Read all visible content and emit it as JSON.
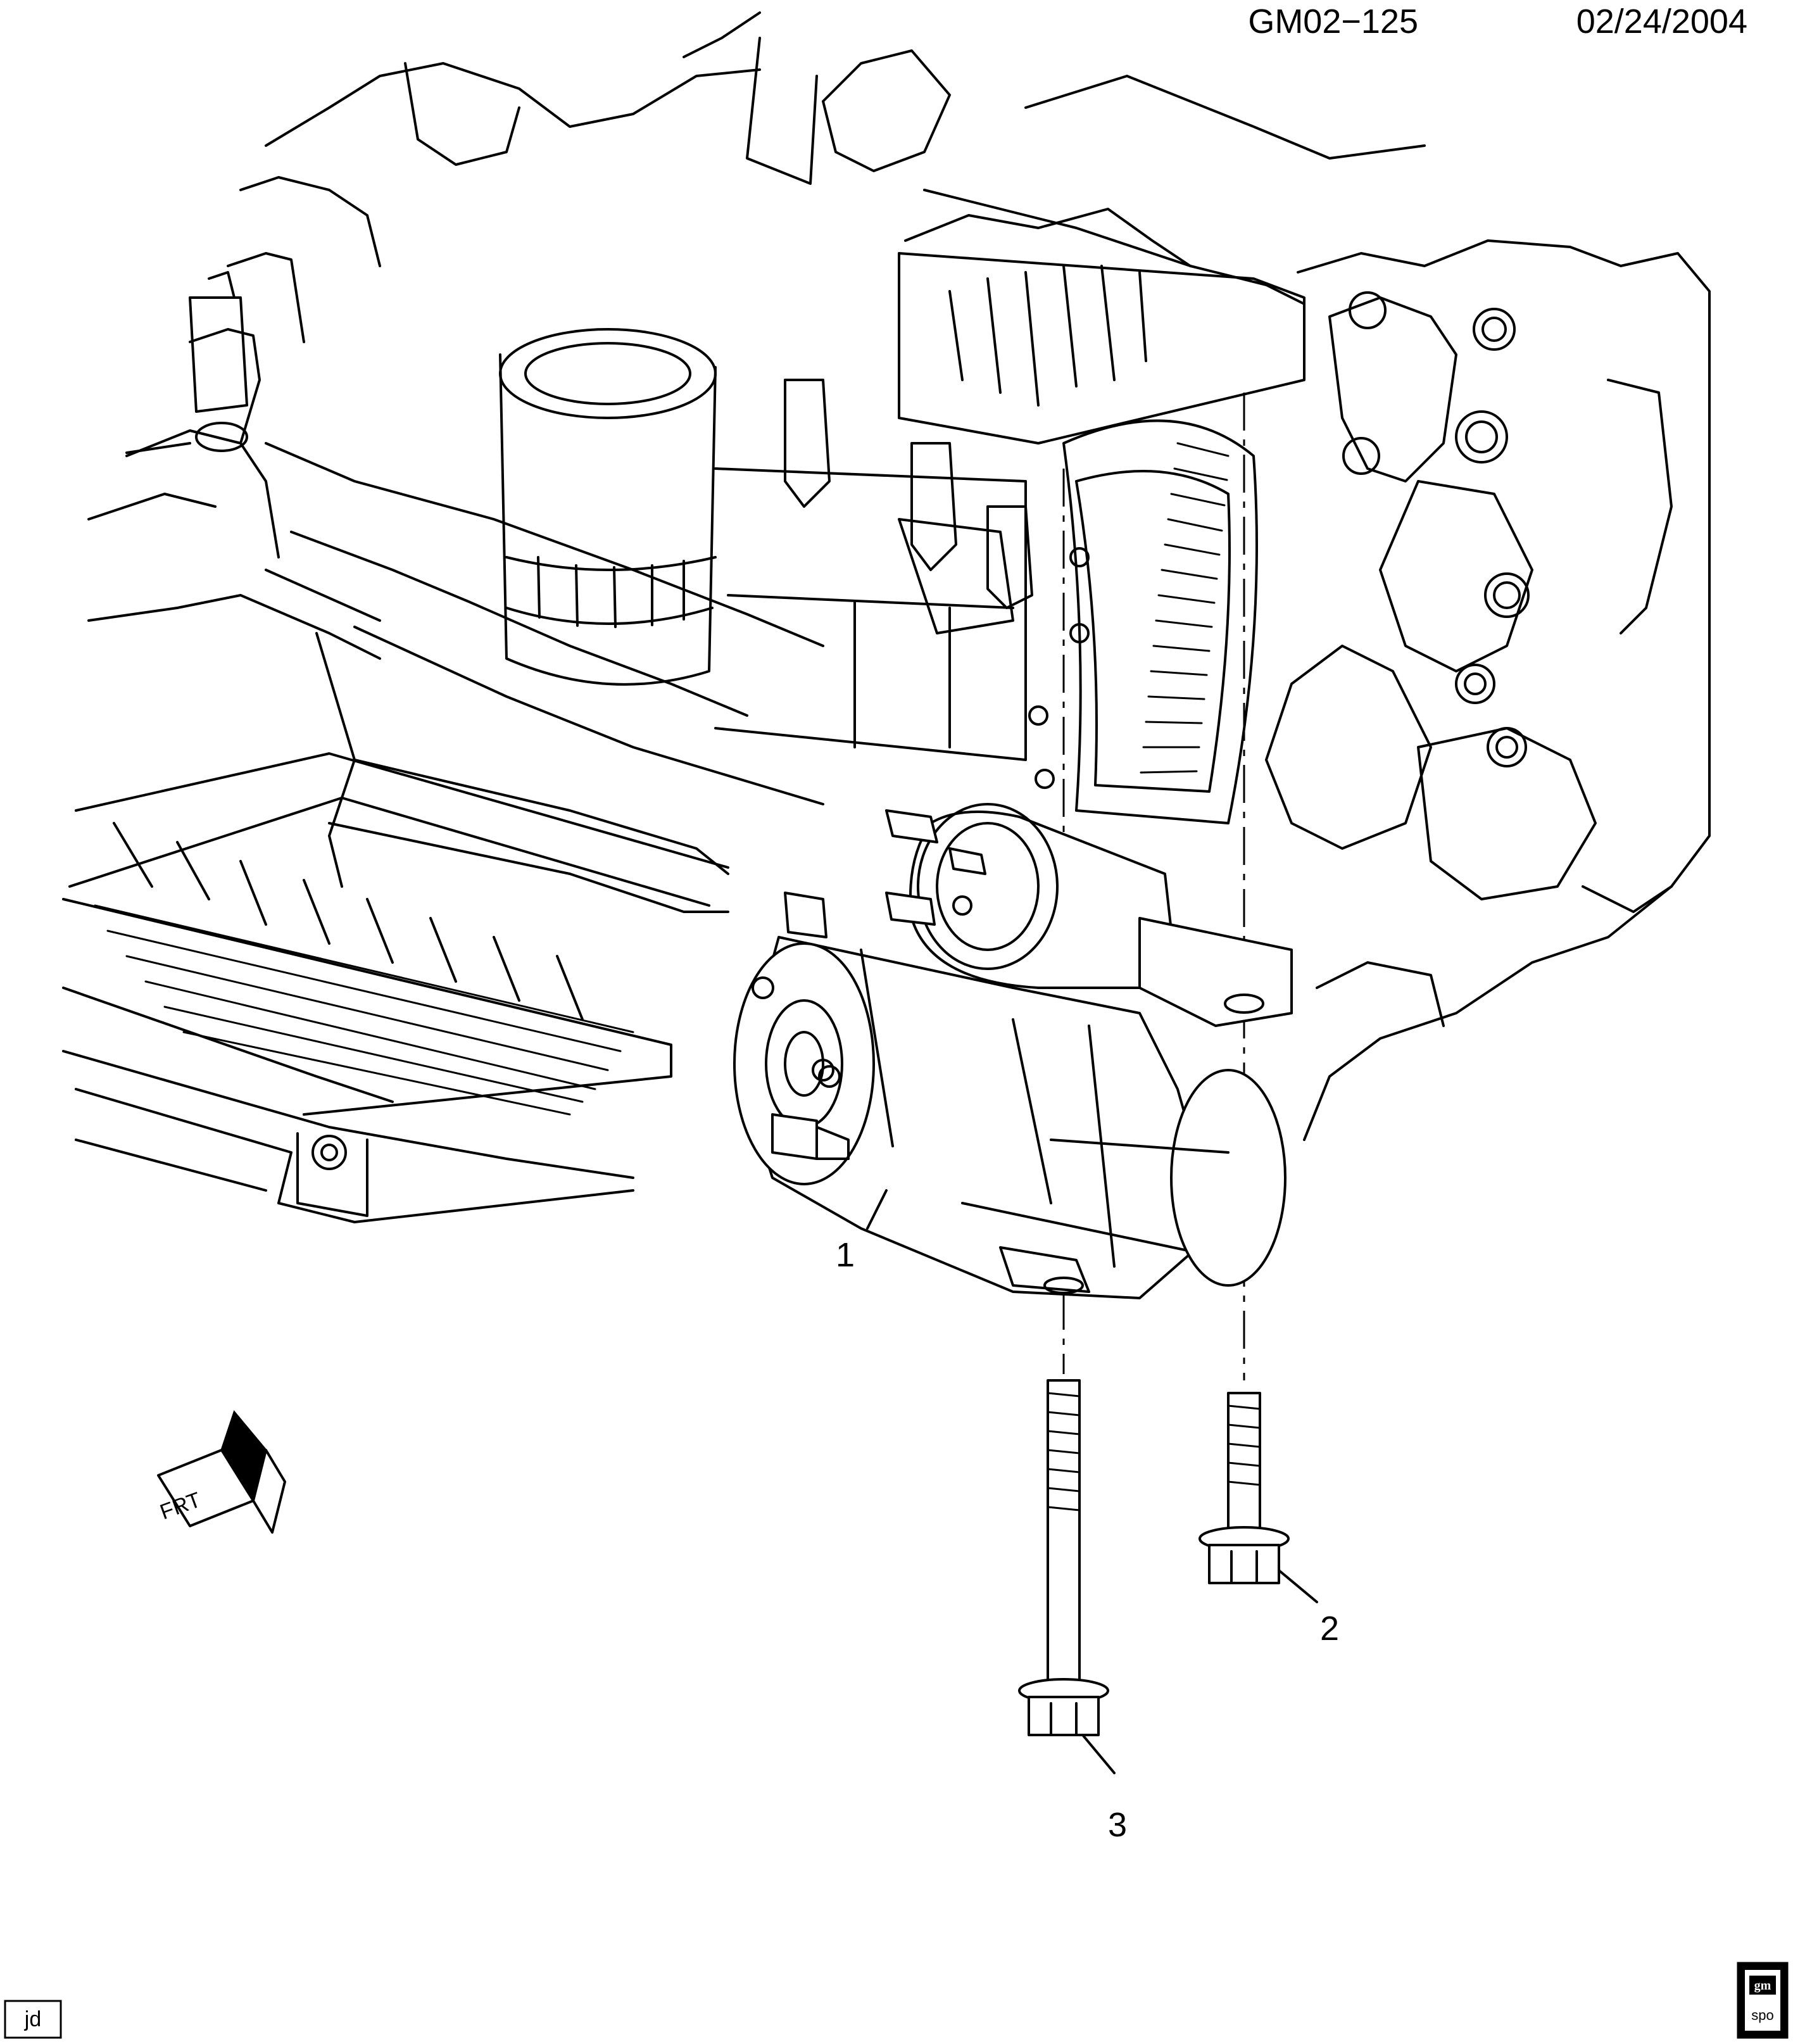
{
  "header": {
    "drawing_id": "GM02−125",
    "date": "02/24/2004"
  },
  "callouts": [
    {
      "number": "1",
      "part": "starter-motor"
    },
    {
      "number": "2",
      "part": "short-bolt"
    },
    {
      "number": "3",
      "part": "long-bolt"
    }
  ],
  "orientation_label": "FRT",
  "footer": {
    "author_tag": "jd",
    "logo_line1": "gm",
    "logo_line2": "spo"
  }
}
